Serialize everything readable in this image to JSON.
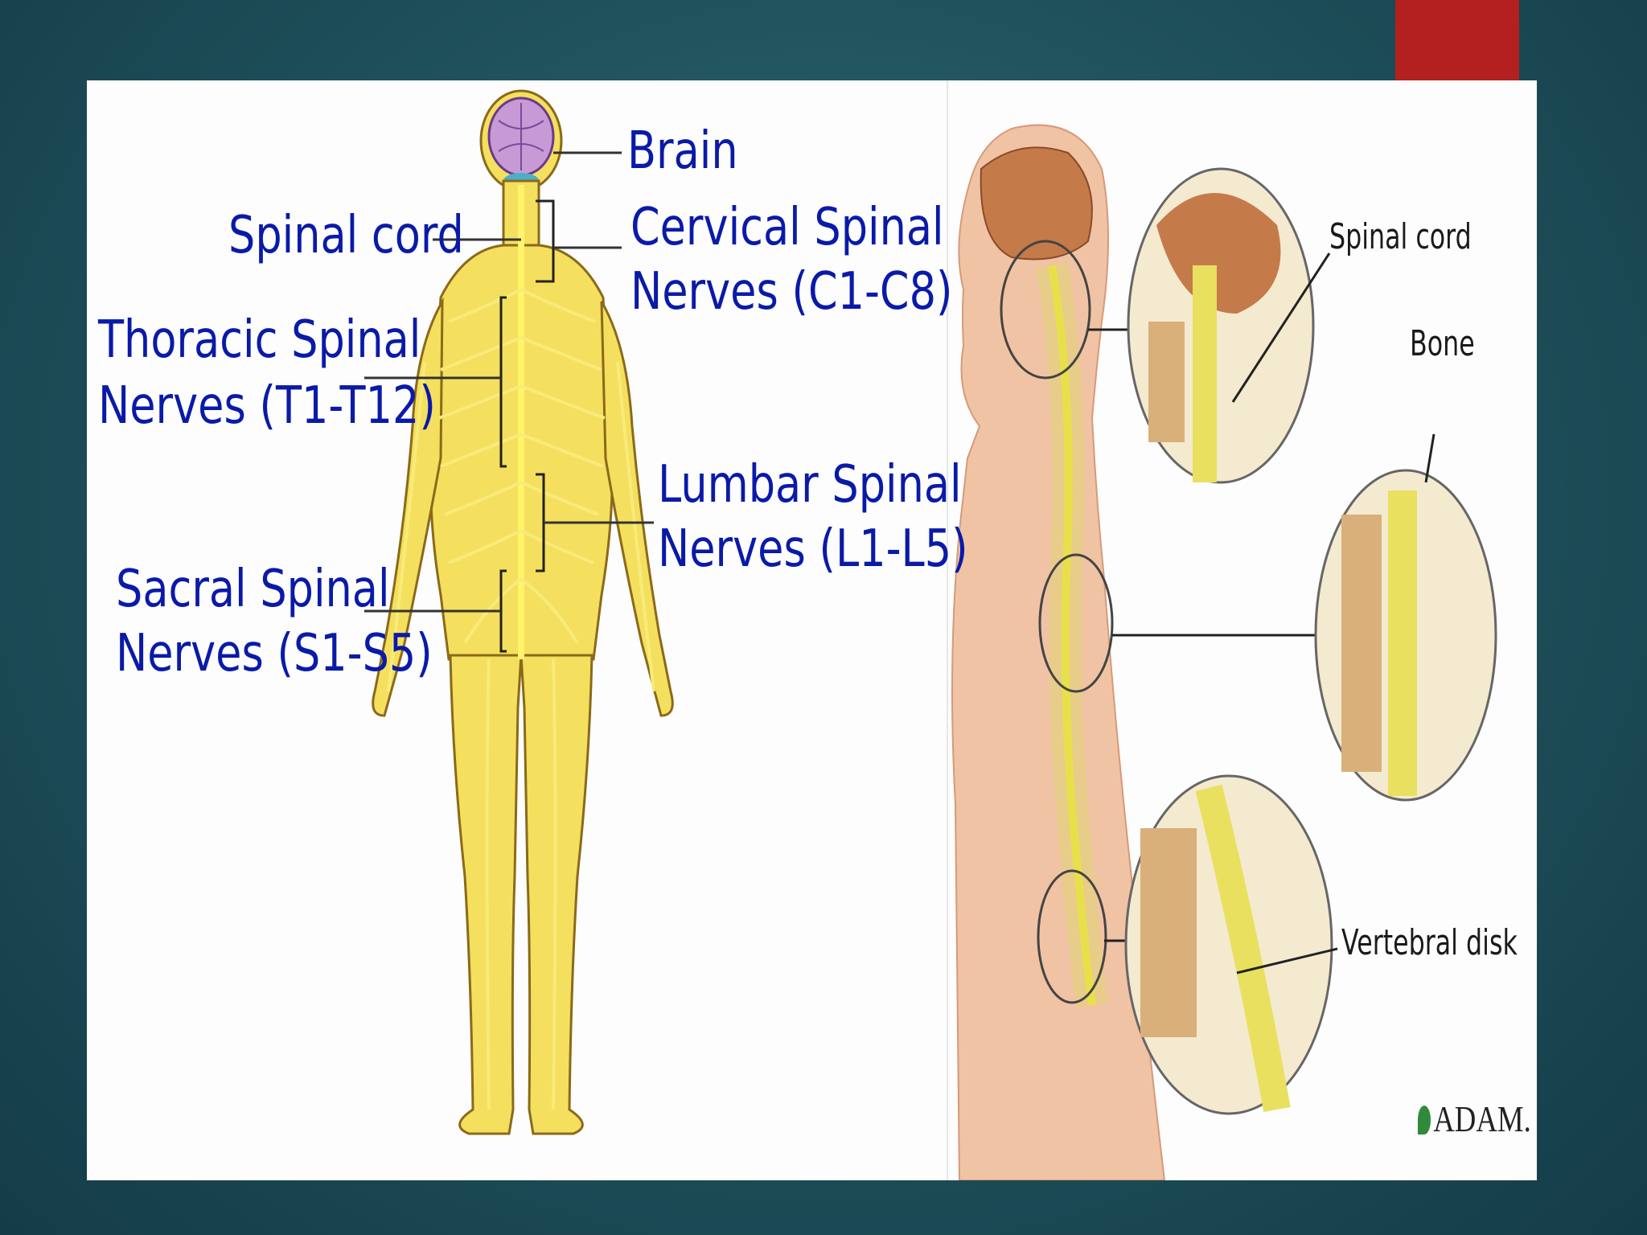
{
  "colors": {
    "accent": "#b3201f",
    "label_blue": "#0a1aa8",
    "nerve_yellow": "#f2e24a",
    "skin_yellow": "#f5df5e",
    "brain_purple": "#c79ad6"
  },
  "left_diagram": {
    "labels": {
      "brain": "Brain",
      "spinal_cord": "Spinal cord",
      "cervical_line1": "Cervical Spinal",
      "cervical_line2": "Nerves (C1-C8)",
      "thoracic_line1": "Thoracic Spinal",
      "thoracic_line2": "Nerves (T1-T12)",
      "lumbar_line1": "Lumbar Spinal",
      "lumbar_line2": "Nerves (L1-L5)",
      "sacral_line1": "Sacral Spinal",
      "sacral_line2": "Nerves (S1-S5)"
    }
  },
  "right_diagram": {
    "labels": {
      "spinal_cord": "Spinal cord",
      "bone": "Bone",
      "vertebral_disk": "Vertebral disk"
    },
    "logo": "ADAM."
  }
}
